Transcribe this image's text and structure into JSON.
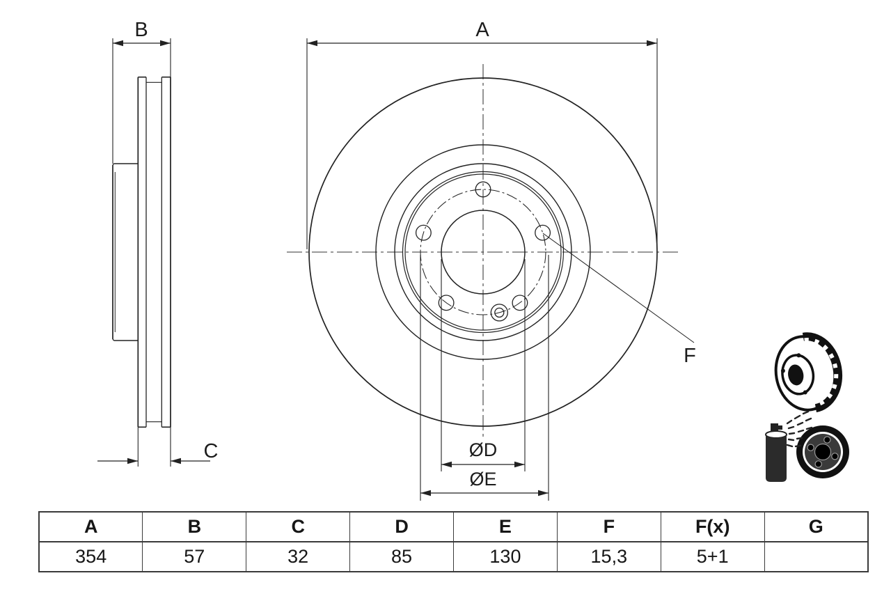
{
  "page": {
    "background": "#ffffff",
    "line_color": "#222222"
  },
  "drawing": {
    "side_view_labels": {
      "total_width": "B",
      "disc_thickness": "C"
    },
    "front_view_labels": {
      "outer_diameter": "A",
      "bolt_hole": "F",
      "bore_diameter": "ØD",
      "bolt_circle_diameter": "ØE"
    }
  },
  "table": {
    "headers": [
      "A",
      "B",
      "C",
      "D",
      "E",
      "F",
      "F(x)",
      "G"
    ],
    "values": [
      "354",
      "57",
      "32",
      "85",
      "130",
      "15,3",
      "5+1",
      ""
    ]
  },
  "icons": {
    "top": "vented-brake-disc-icon",
    "bottom": "coating-spray-icon"
  }
}
